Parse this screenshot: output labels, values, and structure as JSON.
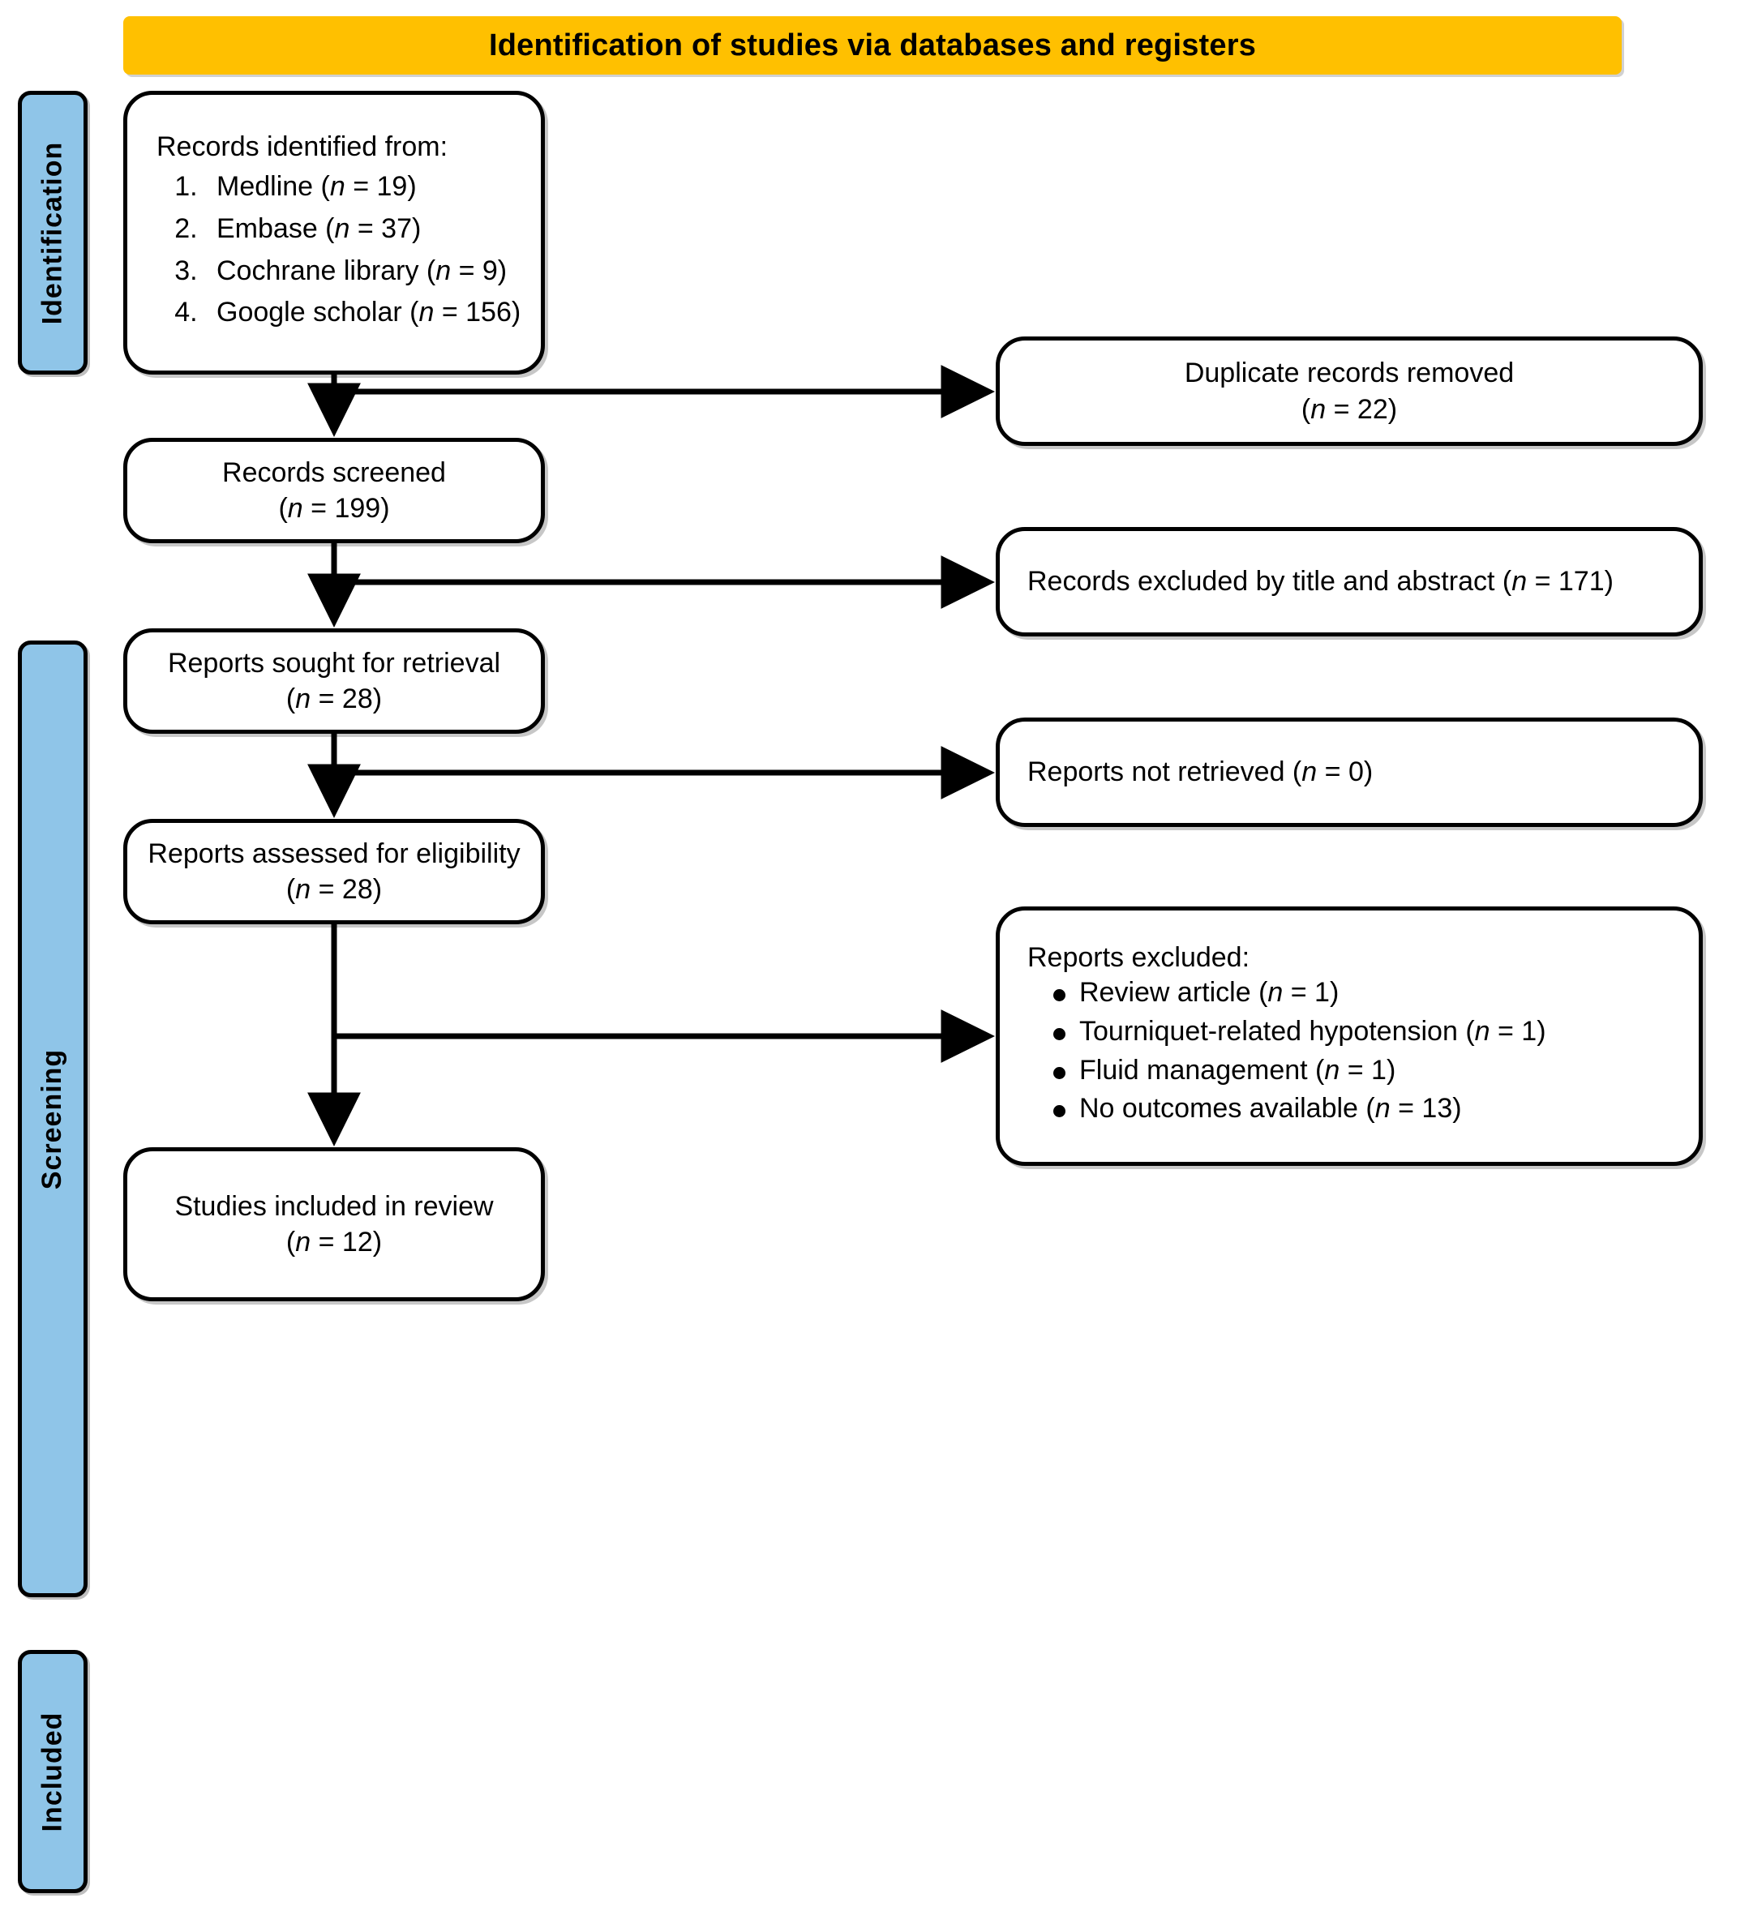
{
  "header": {
    "title": "Identification of studies via databases and registers",
    "background_color": "#FFC000"
  },
  "stages": [
    {
      "id": "identification",
      "label": "Identification",
      "color": "#8FC5E8"
    },
    {
      "id": "screening",
      "label": "Screening",
      "color": "#8FC5E8"
    },
    {
      "id": "included",
      "label": "Included",
      "color": "#8FC5E8"
    }
  ],
  "boxes": {
    "identified": {
      "heading": "Records identified from:",
      "sources": [
        {
          "name": "Medline",
          "n": "19",
          "text": "Medline (n = 19)"
        },
        {
          "name": "Embase",
          "n": "37",
          "text": "Embase (n = 37)"
        },
        {
          "name": "Cochrane library",
          "n": "9",
          "text": "Cochrane library (n = 9)"
        },
        {
          "name": "Google scholar",
          "n": "156",
          "text": "Google scholar (n = 156)"
        }
      ]
    },
    "duplicates": {
      "line1": "Duplicate records removed",
      "line2": "(n = 22)",
      "n": "22"
    },
    "screened": {
      "line1": "Records screened",
      "line2": "(n = 199)",
      "n": "199"
    },
    "excluded_title_abstract": {
      "text": "Records excluded by title and abstract (n = 171)",
      "n": "171"
    },
    "sought": {
      "line1": "Reports sought for retrieval",
      "line2": "(n = 28)",
      "n": "28"
    },
    "not_retrieved": {
      "text": "Reports not retrieved (n = 0)",
      "n": "0"
    },
    "assessed": {
      "line1": "Reports assessed for eligibility",
      "line2": "(n = 28)",
      "n": "28"
    },
    "excluded_reports": {
      "heading": "Reports excluded:",
      "reasons": [
        {
          "reason": "Review article",
          "n": "1",
          "text": "Review article (n = 1)"
        },
        {
          "reason": "Tourniquet-related hypotension",
          "n": "1",
          "text": "Tourniquet-related hypotension (n = 1)"
        },
        {
          "reason": "Fluid management",
          "n": "1",
          "text": "Fluid management (n = 1)"
        },
        {
          "reason": "No outcomes available",
          "n": "13",
          "text": "No outcomes available (n = 13)"
        }
      ]
    },
    "included": {
      "line1": "Studies included in review",
      "line2": "(n = 12)",
      "n": "12"
    }
  }
}
